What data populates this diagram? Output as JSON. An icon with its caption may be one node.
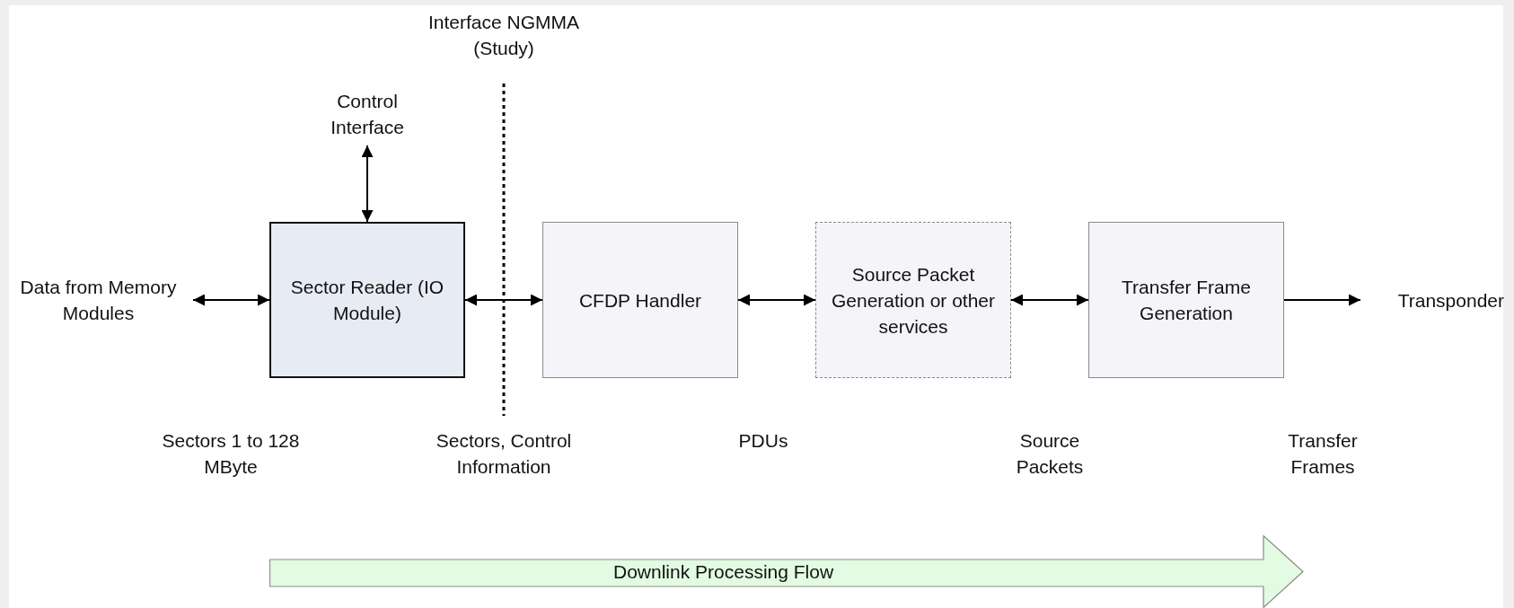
{
  "diagram": {
    "nodes": [
      {
        "text": [
          "Data from Memory Modules"
        ]
      },
      {
        "text": [
          "Control Interface"
        ]
      },
      {
        "text": [
          "Sector Reader (IO Module)"
        ]
      },
      {
        "text": [
          "CFDP Handler"
        ]
      },
      {
        "text": [
          "Source Packet Generation or other services"
        ]
      },
      {
        "text": [
          "Transfer Frame Generation"
        ]
      },
      {
        "text": [
          "Transponder"
        ]
      },
      {
        "text": [
          "Downlink Processing Flow"
        ]
      }
    ],
    "edges": [
      {
        "from": 0,
        "to": 2,
        "arrow": "both"
      },
      {
        "from": 1,
        "to": 2,
        "arrow": "both"
      },
      {
        "from": 2,
        "to": 3,
        "arrow": "both"
      },
      {
        "from": 3,
        "to": 4,
        "arrow": "both"
      },
      {
        "from": 4,
        "to": 5,
        "arrow": "both"
      },
      {
        "from": 5,
        "to": 6,
        "arrow": "to"
      }
    ],
    "labels": [
      "Interface NGMMA (Study)",
      "Sectors 1 to 128 MByte",
      "Sectors, Control Information",
      "PDUs",
      "Source Packets",
      "Transfer Frames"
    ]
  }
}
